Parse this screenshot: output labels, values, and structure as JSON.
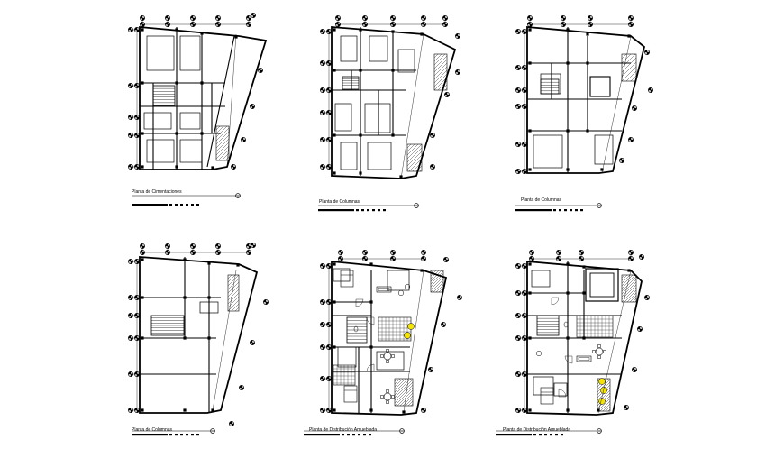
{
  "sheet": {
    "background": "#ffffff",
    "line_color": "#000000",
    "highlight_color": "#f5e400",
    "panels": [
      {
        "id": "p1",
        "caption": "Planta de Cimentaciones",
        "content": "foundation"
      },
      {
        "id": "p2",
        "caption": "Planta de Columnas",
        "content": "columns-detailed"
      },
      {
        "id": "p3",
        "caption": "Planta de Columnas",
        "content": "columns"
      },
      {
        "id": "p4",
        "caption": "Planta de Columnas",
        "content": "columns-open"
      },
      {
        "id": "p5",
        "caption": "Planta de Distribución Amueblada",
        "content": "furnished"
      },
      {
        "id": "p6",
        "caption": "Planta de Distribución Amueblada",
        "content": "furnished"
      }
    ]
  }
}
